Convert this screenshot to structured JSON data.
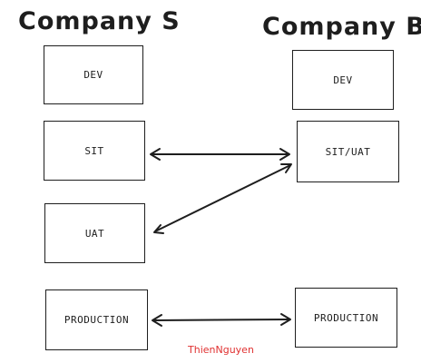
{
  "headings": {
    "left": "Company S",
    "right": "Company B"
  },
  "company_s": {
    "dev": "DEV",
    "sit": "SIT",
    "uat": "UAT",
    "production": "PRODUCTION"
  },
  "company_b": {
    "dev": "DEV",
    "sit_uat": "SIT/UAT",
    "production": "PRODUCTION"
  },
  "watermark": "ThienNguyen",
  "colors": {
    "stroke": "#1e1e1e",
    "watermark": "#e03131",
    "background": "#ffffff"
  },
  "connections": [
    {
      "from": "company_s.sit",
      "to": "company_b.sit_uat",
      "bidirectional": true
    },
    {
      "from": "company_s.uat",
      "to": "company_b.sit_uat",
      "bidirectional": true
    },
    {
      "from": "company_s.production",
      "to": "company_b.production",
      "bidirectional": true
    }
  ]
}
